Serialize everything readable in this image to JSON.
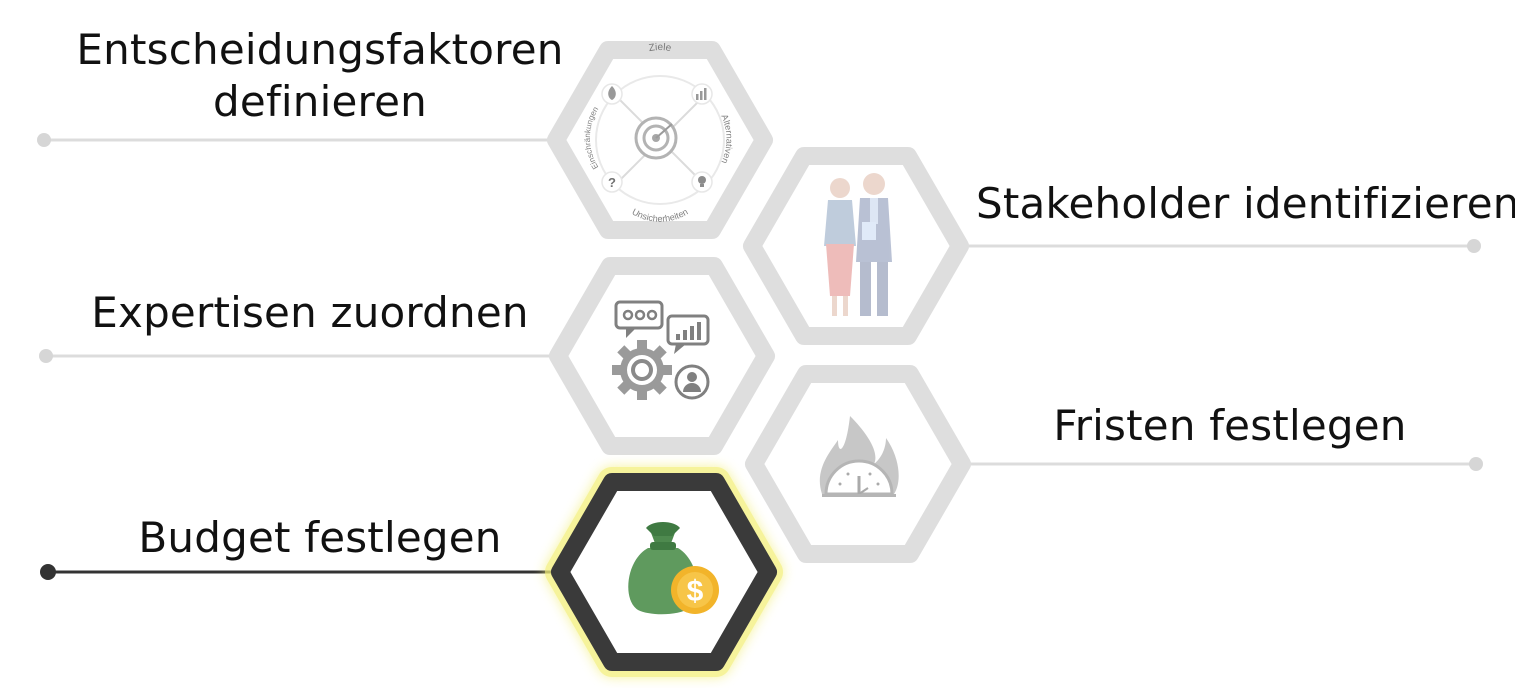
{
  "steps": [
    {
      "id": "decision-factors",
      "label_line1": "Entscheidungsfaktoren",
      "label_line2": "definieren",
      "icon": "target-icon",
      "active": false
    },
    {
      "id": "stakeholders",
      "label_line1": "Stakeholder identifizieren",
      "label_line2": "",
      "icon": "business-people-icon",
      "active": false
    },
    {
      "id": "expertise",
      "label_line1": "Expertisen zuordnen",
      "label_line2": "",
      "icon": "chat-gear-person-icon",
      "active": false
    },
    {
      "id": "deadlines",
      "label_line1": "Fristen festlegen",
      "label_line2": "",
      "icon": "burning-clock-icon",
      "active": false
    },
    {
      "id": "budget",
      "label_line1": "Budget festlegen",
      "label_line2": "",
      "icon": "money-bag-icon",
      "active": true
    }
  ],
  "target_wheel": {
    "top": "Ziele",
    "right": "Alternativen",
    "bottom": "Unsicherheiten",
    "left": "Einschränkungen"
  },
  "colors": {
    "inactive_line": "#dcdcdc",
    "inactive_hex_border": "#dedede",
    "active_line": "#333333",
    "active_hex_border": "#3a3a3a",
    "active_glow": "#f3ef7a",
    "money_bag": "#5f9a5e",
    "coin": "#f2b42a",
    "text": "#111111"
  }
}
